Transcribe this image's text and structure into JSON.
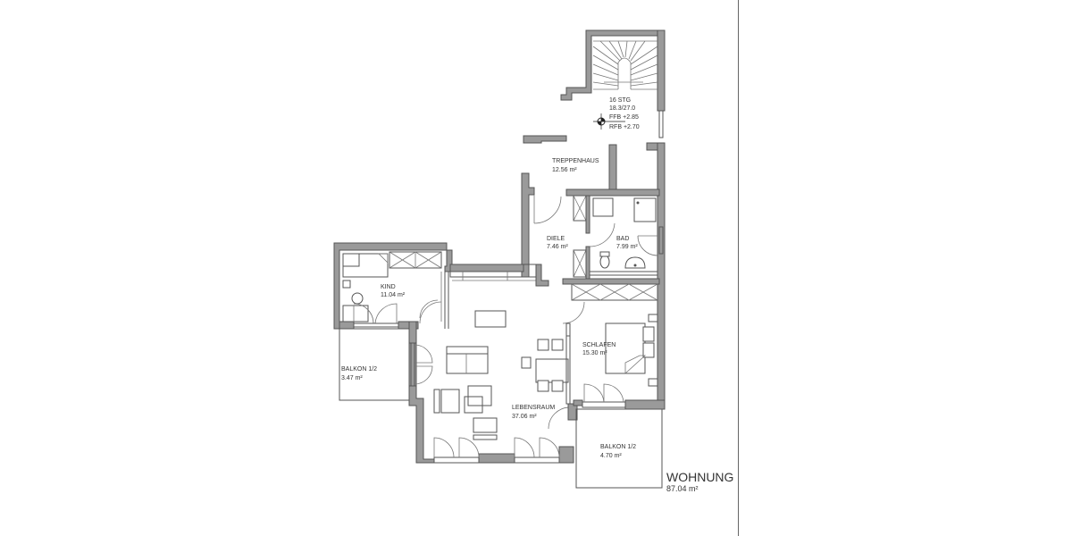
{
  "plan": {
    "rooms": [
      {
        "name": "TREPPENHAUS",
        "area": "12.56 m²"
      },
      {
        "name": "DIELE",
        "area": "7.46 m²"
      },
      {
        "name": "BAD",
        "area": "7.99 m²"
      },
      {
        "name": "KIND",
        "area": "11.04 m²"
      },
      {
        "name": "BALKON 1/2",
        "area": "3.47 m²"
      },
      {
        "name": "LEBENSRAUM",
        "area": "37.06 m²"
      },
      {
        "name": "SCHLAFEN",
        "area": "15.30 m²"
      },
      {
        "name": "BALKON 1/2",
        "area": "4.70 m²"
      }
    ],
    "stair": {
      "steps": "16 STG",
      "ratio": "18.3/27.0",
      "ffb": "FFB +2.85",
      "rfb": "RFB +2.70"
    },
    "total": {
      "label": "WOHNUNG",
      "area": "87.04 m²"
    }
  }
}
